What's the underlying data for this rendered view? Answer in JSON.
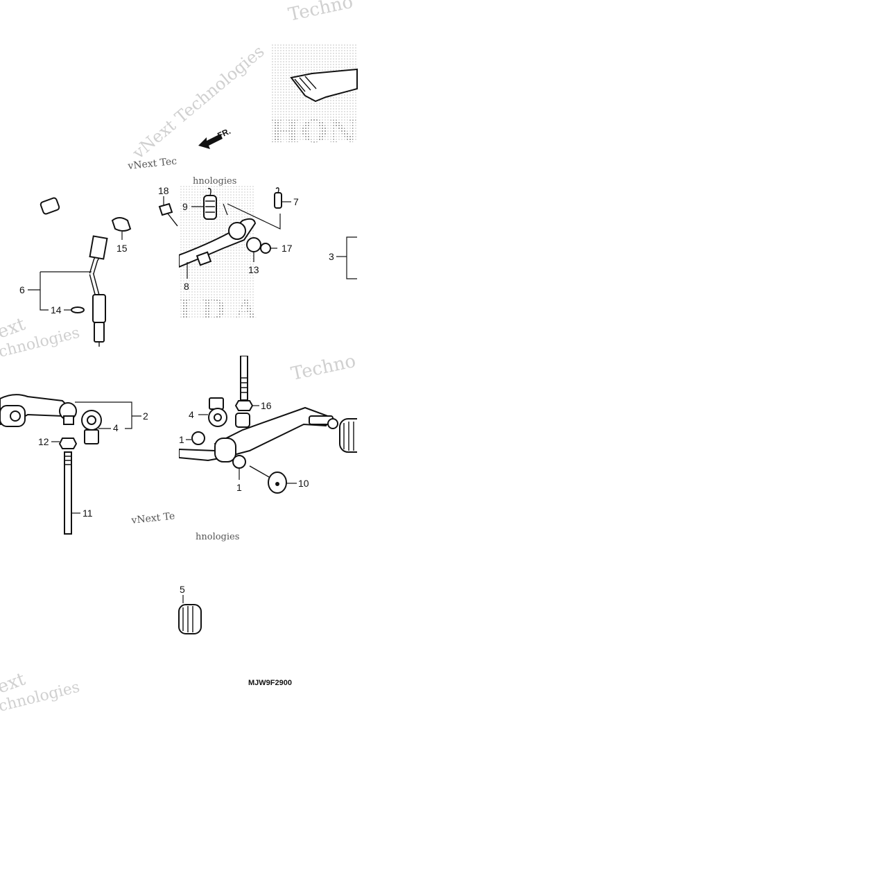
{
  "diagram": {
    "callouts": [
      "1",
      "1",
      "2",
      "3",
      "4",
      "4",
      "5",
      "6",
      "7",
      "8",
      "9",
      "10",
      "11",
      "12",
      "13",
      "14",
      "15",
      "16",
      "17",
      "18"
    ],
    "part_code": "MJW9F2900",
    "direction_label": "FR.",
    "brand_marks": [
      "HON",
      "IDA"
    ],
    "watermarks": [
      "Techno",
      "vNext Tec",
      "vNext Technologies",
      "hnologies",
      "ext",
      "chnologies",
      "Techno",
      "vNext Te",
      "hnologies",
      "ext",
      "chnologies"
    ]
  }
}
